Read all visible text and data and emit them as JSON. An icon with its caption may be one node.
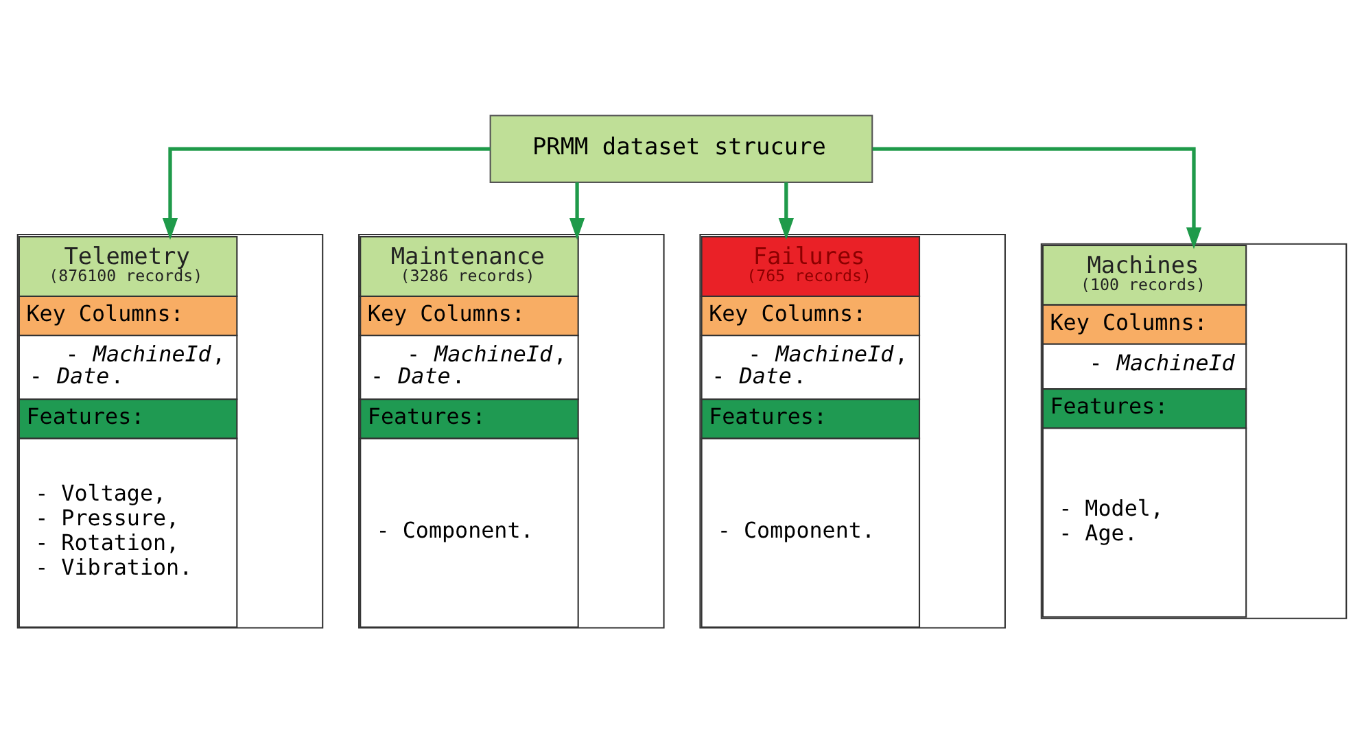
{
  "diagram": {
    "nodes": [
      {
        "text": [
          "PRMM dataset strucure"
        ]
      },
      {
        "text": [
          "Telemetry",
          "(876100 records)",
          "Key Columns:",
          "- *MachineId*, - *Date*.",
          "Features:",
          "- Voltage, - Pressure, - Rotation, - Vibration."
        ]
      },
      {
        "text": [
          "Maintenance",
          "(3286 records)",
          "Key Columns:",
          "- *MachineId*, - *Date*.",
          "Features:",
          "- Component."
        ]
      },
      {
        "text": [
          "Failures",
          "(765 records)",
          "Key Columns:",
          "- *MachineId*, - *Date*.",
          "Features:",
          "- Component."
        ]
      },
      {
        "text": [
          "Machines",
          "(100 records)",
          "Key Columns:",
          "- *MachineId*",
          "Features:",
          "- Model, - Age."
        ]
      }
    ],
    "edges": [
      {
        "from": 0,
        "to": 1,
        "arrow": "to"
      },
      {
        "from": 0,
        "to": 2,
        "arrow": "to"
      },
      {
        "from": 0,
        "to": 3,
        "arrow": "to"
      },
      {
        "from": 0,
        "to": 4,
        "arrow": "to"
      }
    ]
  }
}
